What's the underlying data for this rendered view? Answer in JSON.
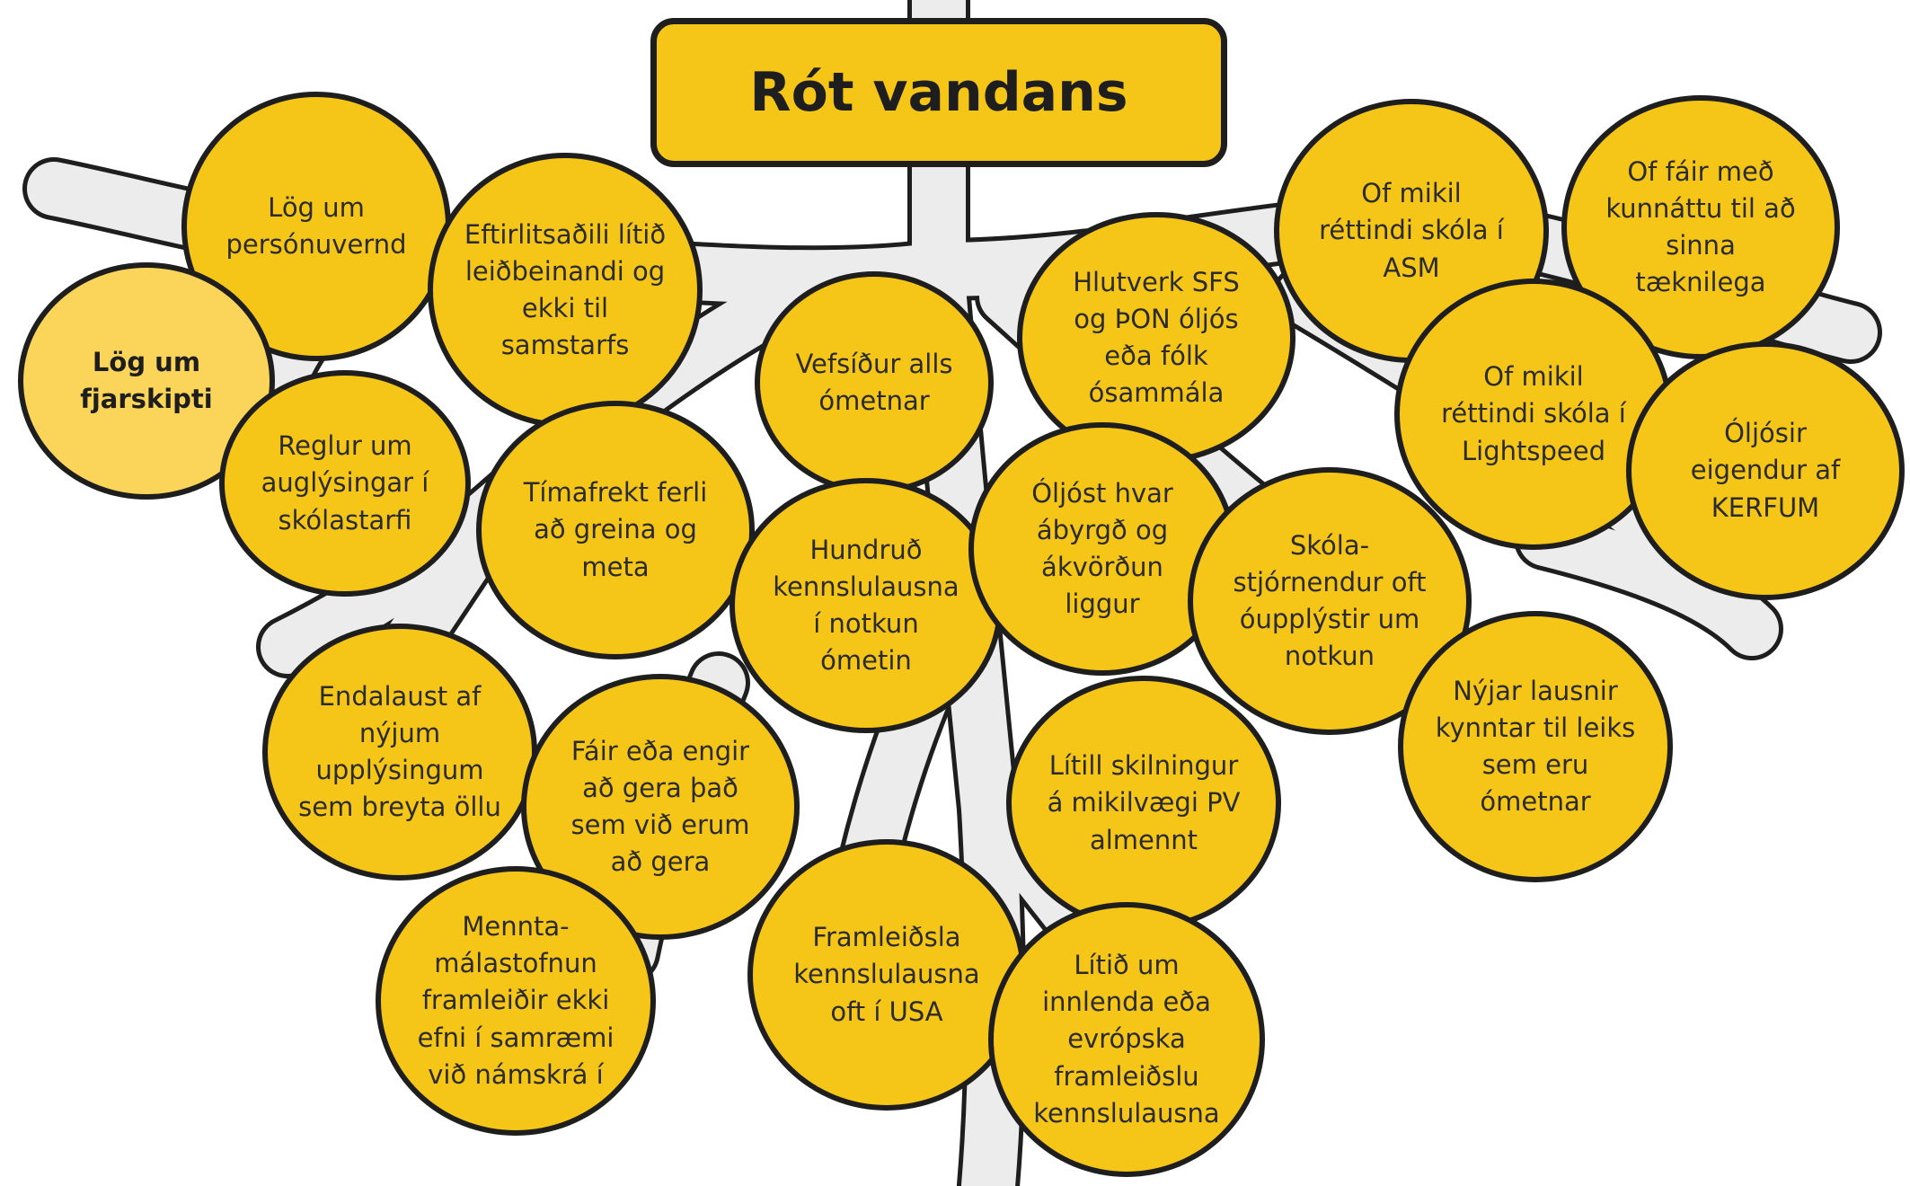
{
  "title": "Rót vandans",
  "colors": {
    "node_fill": "#f5c518",
    "highlight_fill": "#fbd45a",
    "outline": "#1e1e1e",
    "roots": "#ececec"
  },
  "nodes": [
    "Lög um\npersónuvernd",
    "Eftirlitsaðili lítið\nleiðbeinandi og\nekki til\nsamstarfs",
    "Lög um\nfjarskipti",
    "Reglur um\nauglýsingar í\nskólastarfi",
    "Tímafrekt ferli\nað greina og\nmeta",
    "Vefsíður alls\nómetnar",
    "Hundruð\nkennslulausna\ní notkun\nómetin",
    "Hlutverk SFS\nog ÞON óljós\neða fólk\nósammála",
    "Of mikil\nréttindi skóla í\nASM",
    "Of fáir með\nkunnáttu til að\nsinna\ntæknilega",
    "Of mikil\nréttindi skóla í\nLightspeed",
    "Óljósir\neigendur af\nKERFUM",
    "Óljóst hvar\nábyrgð og\nákvörðun\nliggur",
    "Skóla-\nstjórnendur oft\nóupplýstir um\nnotkun",
    "Nýjar lausnir\nkynntar til leiks\nsem eru\nómetnar",
    "Endalaust af\nnýjum\nupplýsingum\nsem breyta öllu",
    "Fáir eða engir\nað gera það\nsem við erum\nað gera",
    "Lítill skilningur\ná mikilvægi PV\nalmennt",
    "Mennta-\nmálastofnun\nframleiðir ekki\nefni í samræmi\nvið námskrá í",
    "Framleiðsla\nkennslulausna\noft í USA",
    "Lítið um\ninnlenda eða\nevrópska\nframleiðslu\nkennslulausna"
  ]
}
